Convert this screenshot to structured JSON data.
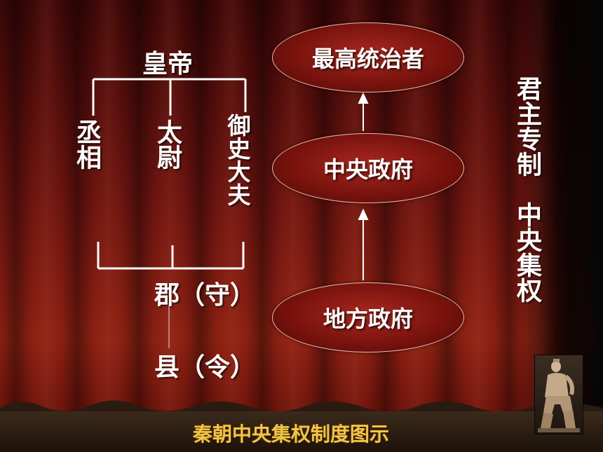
{
  "hierarchy": {
    "emperor": "皇帝",
    "chancellor": "丞相",
    "grand_commandant": "太尉",
    "censor": "御史大夫",
    "commandery": "郡（守）",
    "county": "县（令）"
  },
  "levels": {
    "top": "最高统治者",
    "middle": "中央政府",
    "bottom": "地方政府"
  },
  "side_title": {
    "line1": "君主专制",
    "line2": "中央集权"
  },
  "caption": "秦朝中央集权制度图示",
  "colors": {
    "text": "#ffffff",
    "caption": "#f0c548",
    "curtain": "#6b1410",
    "oval_fill": "#8a1a14"
  },
  "icons": {
    "photo": "terracotta-warrior-image"
  }
}
